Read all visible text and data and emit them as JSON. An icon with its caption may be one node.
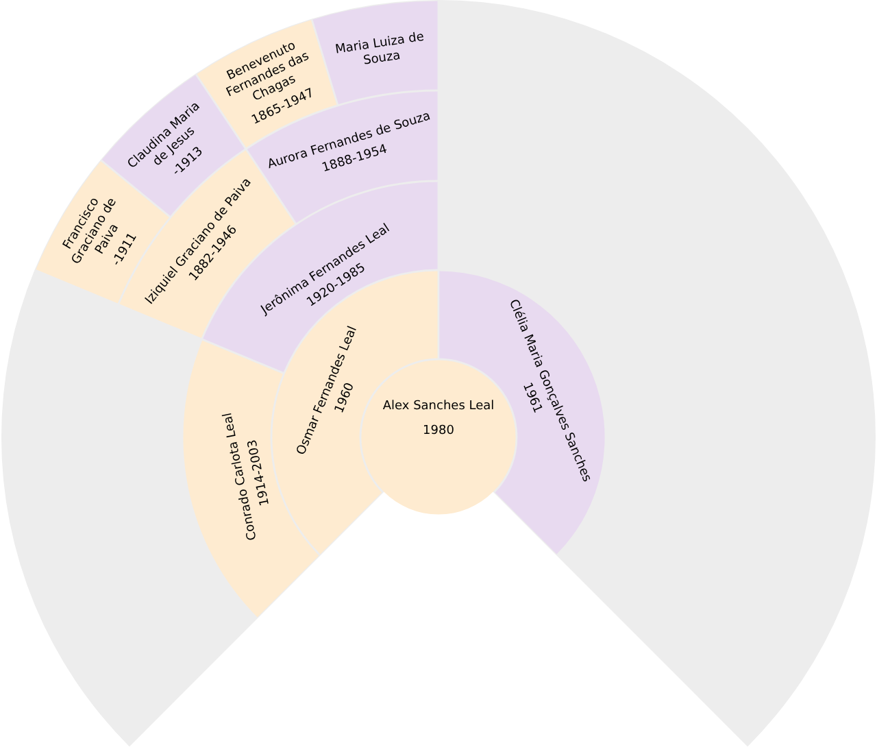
{
  "diagram": {
    "nodes": [
      {
        "text": [
          "Alex Sanches Leal",
          "1980"
        ]
      },
      {
        "text": [
          "Osmar Fernandes Leal",
          "1960"
        ]
      },
      {
        "text": [
          "Clélia Maria Gonçalves Sanches",
          "1961"
        ]
      },
      {
        "text": [
          "Conrado Carlota Leal",
          "1914-2003"
        ]
      },
      {
        "text": [
          "Jerônima Fernandes Leal",
          "1920-1985"
        ]
      },
      {
        "text": [
          "Iziquiel Graciano de Paiva",
          "1882-1946"
        ]
      },
      {
        "text": [
          "Aurora Fernandes de Souza",
          "1888-1954"
        ]
      },
      {
        "text": [
          "Francisco Graciano de Paiva",
          "-1911"
        ]
      },
      {
        "text": [
          "Claudina Maria de Jesus",
          "-1913"
        ]
      },
      {
        "text": [
          "Benevenuto Fernandes das Chagas",
          "1865-1947"
        ]
      },
      {
        "text": [
          "Maria Luiza de Souza"
        ]
      }
    ]
  }
}
